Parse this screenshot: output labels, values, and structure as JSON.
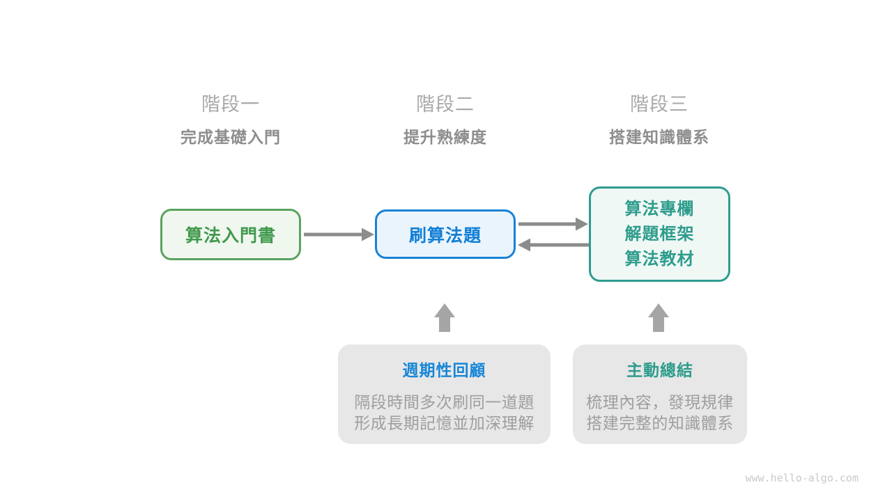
{
  "stages": [
    {
      "label": "階段一",
      "subtitle": "完成基礎入門"
    },
    {
      "label": "階段二",
      "subtitle": "提升熟練度"
    },
    {
      "label": "階段三",
      "subtitle": "搭建知識體系"
    }
  ],
  "boxes": {
    "intro_book": {
      "label": "算法入門書"
    },
    "practice": {
      "label": "刷算法題"
    },
    "advanced": {
      "lines": [
        "算法專欄",
        "解題框架",
        "算法教材"
      ]
    }
  },
  "notes": {
    "review": {
      "title": "週期性回顧",
      "lines": [
        "隔段時間多次刷同一道題",
        "形成長期記憶並加深理解"
      ]
    },
    "summary": {
      "title": "主動總結",
      "lines": [
        "梳理內容，發現規律",
        "搭建完整的知識體系"
      ]
    }
  },
  "watermark": "www.hello-algo.com",
  "colors": {
    "green_border": "#5ba25f",
    "green_text": "#42994e",
    "green_bg": "#f0f7ef",
    "blue_border": "#1a82d6",
    "blue_text": "#117fd6",
    "blue_bg": "#eaf4fd",
    "teal_border": "#2f9c90",
    "teal_text": "#2e9c8c",
    "teal_bg": "#eff8f5",
    "arrow_gray": "#8c8c8c",
    "block_arrow_gray": "#a5a5a5",
    "note_bg": "#e7e7e7",
    "note_body_text": "#9e9e9e",
    "stage_label_text": "#a9a9a9",
    "stage_subtitle_text": "#8d8d8d",
    "watermark_text": "#c9c9c9"
  }
}
